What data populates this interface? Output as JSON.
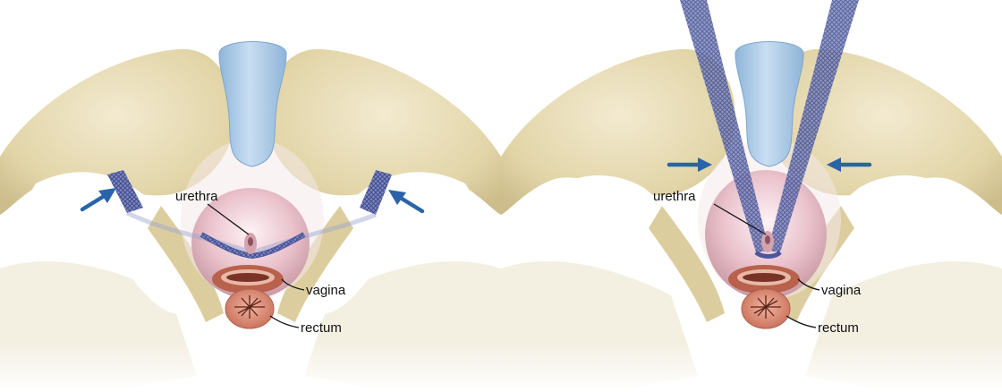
{
  "panels": [
    {
      "id": "left",
      "labels": {
        "urethra": "urethra",
        "vagina": "vagina",
        "rectum": "rectum"
      },
      "arrow_icons": [
        "arrow-pointing-right",
        "arrow-pointing-left"
      ]
    },
    {
      "id": "right",
      "labels": {
        "urethra": "urethra",
        "vagina": "vagina",
        "rectum": "rectum"
      },
      "arrow_icons": [
        "arrow-pointing-right",
        "arrow-pointing-left"
      ]
    }
  ],
  "colors": {
    "bone": "#e8dcb3",
    "bone_shadow": "#c9b98a",
    "bladder_blue": "#a9cbe8",
    "tissue_pink": "#ecc6cf",
    "mesh": "#5b66a8",
    "arrow": "#2a64a8",
    "vagina": "#b8614c",
    "rectum": "#d98873"
  }
}
